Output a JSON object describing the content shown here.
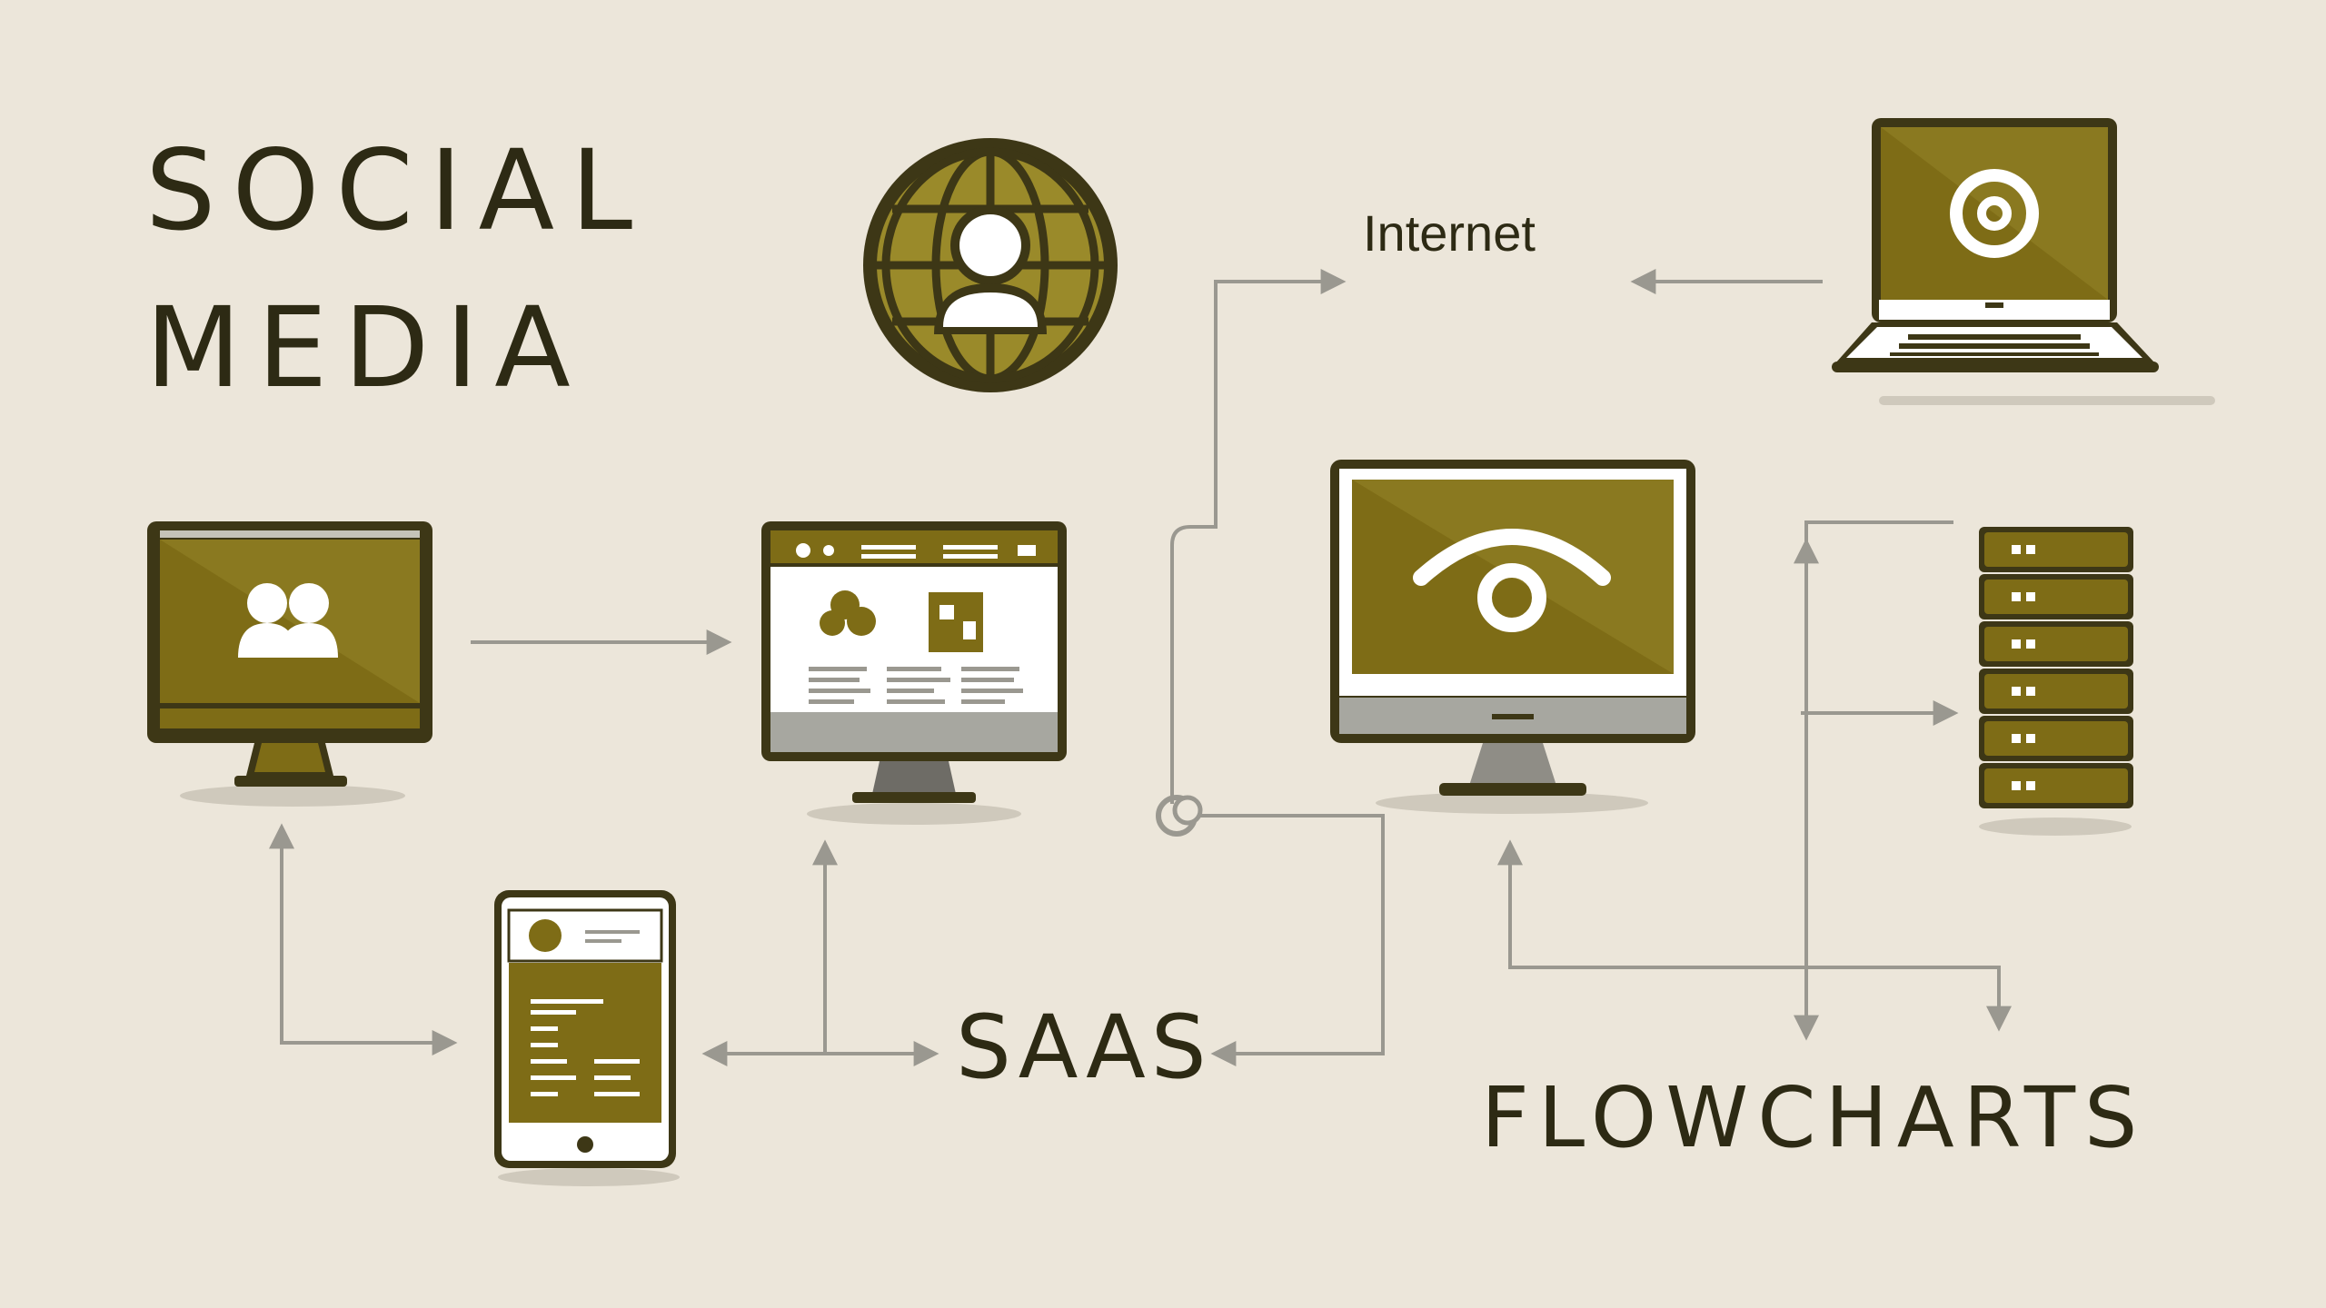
{
  "labels": {
    "title_line1": "SOCIAL",
    "title_line2": "MEDIA",
    "internet": "Internet",
    "saas": "SAAS",
    "flowcharts": "FLOWCHARTS"
  },
  "icons": {
    "globe": "globe-user-icon",
    "laptop": "laptop-at-sign-icon",
    "monitor_users": "monitor-users-icon",
    "monitor_web": "monitor-webpage-icon",
    "monitor_eye": "monitor-eye-icon",
    "tablet": "tablet-icon",
    "server": "server-stack-icon",
    "cloud_node": "cloud-connector-icon"
  },
  "colors": {
    "background": "#ece6da",
    "olive": "#7e6c16",
    "dark": "#3d3716",
    "connector": "#9a9890",
    "text": "#2d2a14"
  }
}
